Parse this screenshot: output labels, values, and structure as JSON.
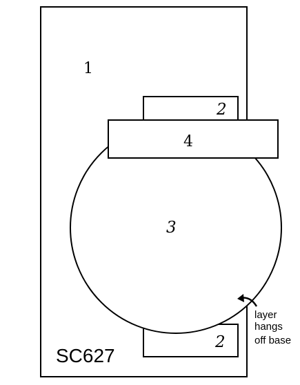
{
  "diagram": {
    "base_label": "1",
    "top_tab_label": "2",
    "bottom_tab_label": "2",
    "circle_label": "3",
    "bar_label": "4",
    "code": "SC627",
    "note_lines": [
      "layer",
      "hangs",
      "off base"
    ]
  }
}
